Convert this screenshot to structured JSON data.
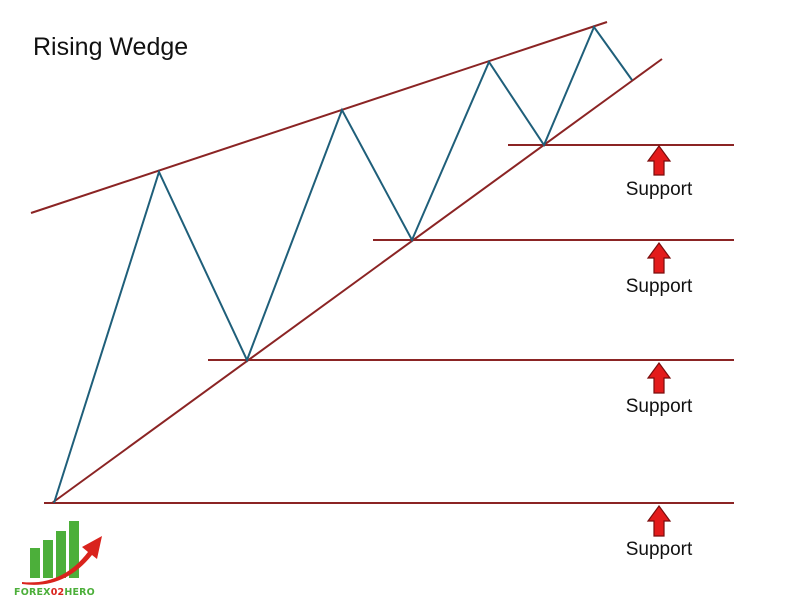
{
  "title": "Rising Wedge",
  "colors": {
    "trendline": "#8b2424",
    "price_path": "#1f5f7a",
    "arrow_fill": "#e31b1b",
    "arrow_stroke": "#7a0c0c",
    "logo_green": "#4caf3a",
    "logo_red": "#d9231d"
  },
  "supports": [
    {
      "label": "Support"
    },
    {
      "label": "Support"
    },
    {
      "label": "Support"
    },
    {
      "label": "Support"
    }
  ],
  "logo": {
    "icon": "rising-bar-chart-arrow-icon",
    "text_part1": "FOREX",
    "text_part2": "02",
    "text_part3": "HERO"
  }
}
